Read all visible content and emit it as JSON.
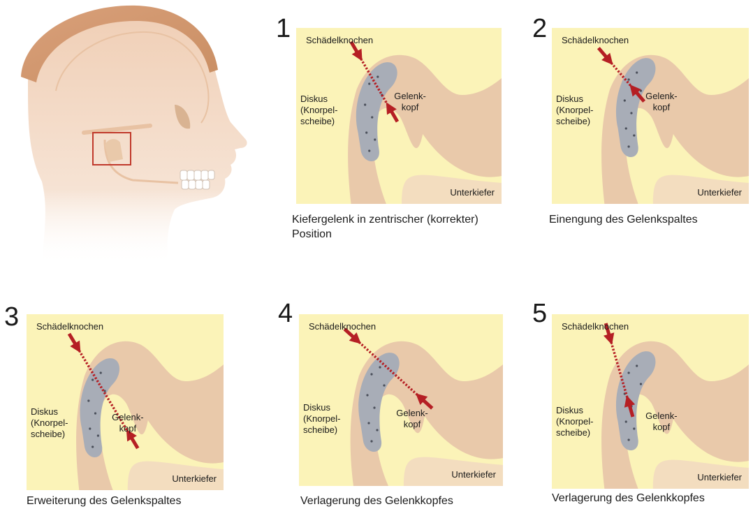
{
  "head_illustration": {
    "icon": "skull-profile-icon",
    "highlight": "jaw-joint-highlight-box"
  },
  "panels": [
    {
      "number": "1",
      "label_top": "Schädelknochen",
      "label_disc": [
        "Diskus",
        "(Knorpel-",
        "scheibe)"
      ],
      "label_condyle": [
        "Gelenk-",
        "kopf"
      ],
      "label_mandible": "Unterkiefer",
      "caption": [
        "Kiefergelenk in zentrischer (korrekter)",
        "Position"
      ]
    },
    {
      "number": "2",
      "label_top": "Schädelknochen",
      "label_disc": [
        "Diskus",
        "(Knorpel-",
        "scheibe)"
      ],
      "label_condyle": [
        "Gelenk-",
        "kopf"
      ],
      "label_mandible": "Unterkiefer",
      "caption": [
        "Einengung des Gelenkspaltes"
      ]
    },
    {
      "number": "3",
      "label_top": "Schädelknochen",
      "label_disc": [
        "Diskus",
        "(Knorpel-",
        "scheibe)"
      ],
      "label_condyle": [
        "Gelenk-",
        "kopf"
      ],
      "label_mandible": "Unterkiefer",
      "caption": [
        "Erweiterung des Gelenkspaltes"
      ]
    },
    {
      "number": "4",
      "label_top": "Schädelknochen",
      "label_disc": [
        "Diskus",
        "(Knorpel-",
        "scheibe)"
      ],
      "label_condyle": [
        "Gelenk-",
        "kopf"
      ],
      "label_mandible": "Unterkiefer",
      "caption": [
        "Verlagerung des Gelenkkopfes"
      ]
    },
    {
      "number": "5",
      "label_top": "Schädelknochen",
      "label_disc": [
        "Diskus",
        "(Knorpel-",
        "scheibe)"
      ],
      "label_condyle": [
        "Gelenk-",
        "kopf"
      ],
      "label_mandible": "Unterkiefer",
      "caption": [
        "Verlagerung des Gelenkkopfes"
      ]
    }
  ],
  "colors": {
    "panel_bg": "#fbf3b8",
    "bone": "#e9c9aa",
    "disc": "#a8adb7",
    "arrow": "#b51f24",
    "highlight_box": "#c0392b",
    "skin": "#f3d7c1",
    "hair": "#d7a57c"
  }
}
